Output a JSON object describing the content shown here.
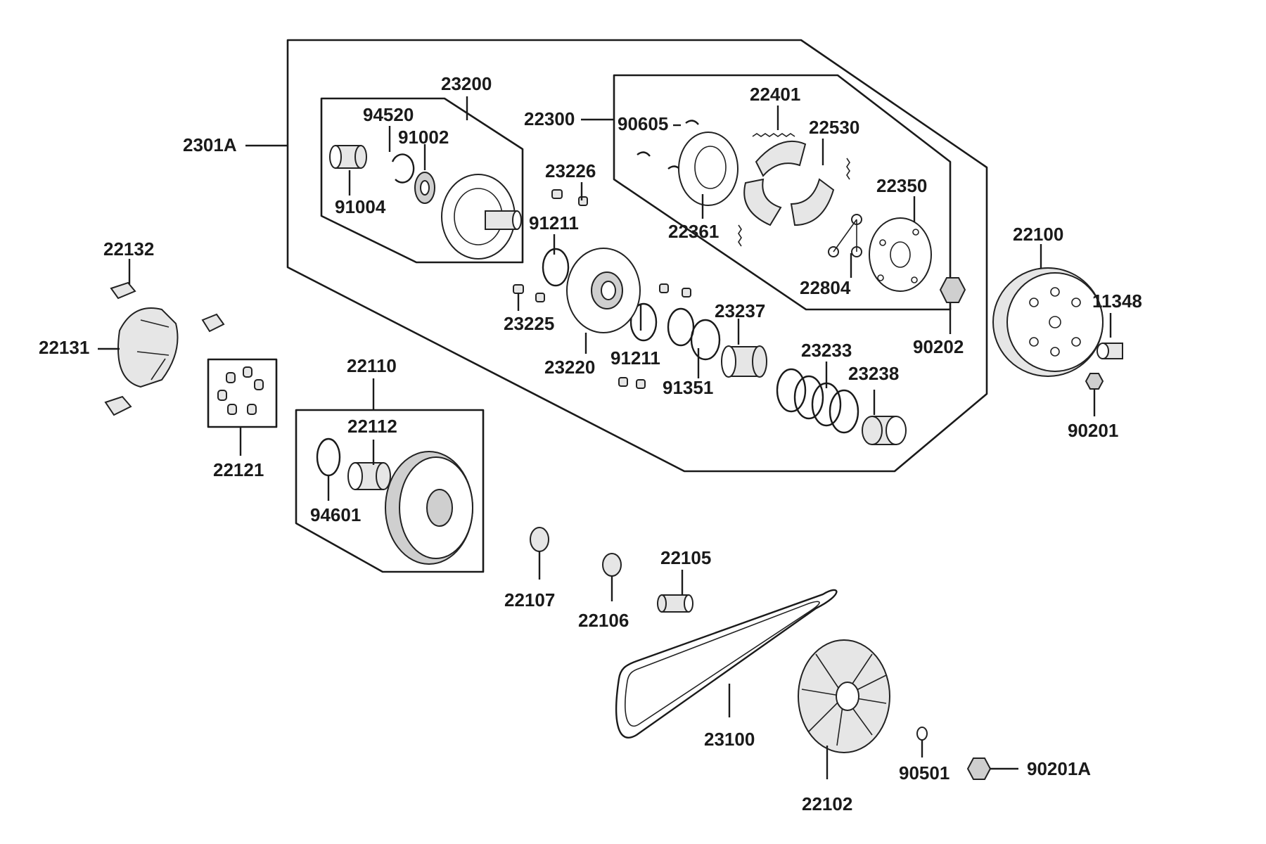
{
  "callouts": {
    "c2301A": "2301A",
    "c23200": "23200",
    "c94520": "94520",
    "c91002": "91002",
    "c91004": "91004",
    "c22300": "22300",
    "c90605": "90605",
    "c22401": "22401",
    "c22530": "22530",
    "c22350": "22350",
    "c22361": "22361",
    "c22804": "22804",
    "c23226": "23226",
    "c91211a": "91211",
    "c91211b": "91211",
    "c23225": "23225",
    "c23220": "23220",
    "c23237": "23237",
    "c91351": "91351",
    "c23233": "23233",
    "c23238": "23238",
    "c90202": "90202",
    "c22100": "22100",
    "c11348": "11348",
    "c90201": "90201",
    "c22132": "22132",
    "c22131": "22131",
    "c22121": "22121",
    "c22110": "22110",
    "c22112": "22112",
    "c94601": "94601",
    "c22107": "22107",
    "c22106": "22106",
    "c22105": "22105",
    "c23100": "23100",
    "c22102": "22102",
    "c90501": "90501",
    "c90201A": "90201A"
  }
}
